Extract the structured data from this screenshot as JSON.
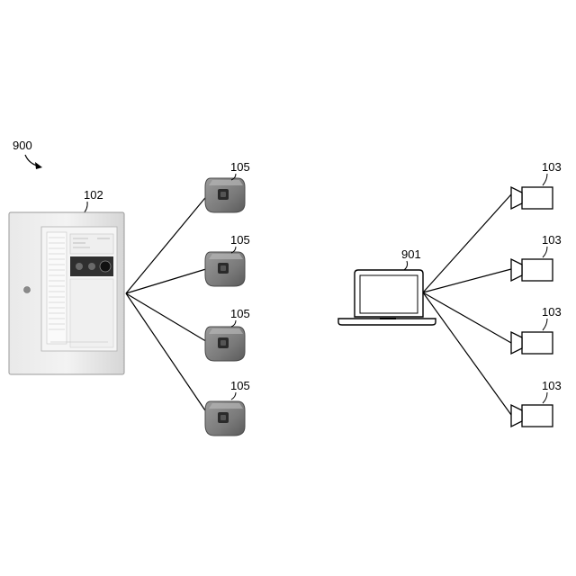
{
  "figure": {
    "system_label": "900",
    "panel": {
      "label": "102"
    },
    "sensors": [
      {
        "label": "105"
      },
      {
        "label": "105"
      },
      {
        "label": "105"
      },
      {
        "label": "105"
      }
    ],
    "laptop": {
      "label": "901"
    },
    "cameras": [
      {
        "label": "103"
      },
      {
        "label": "103"
      },
      {
        "label": "103"
      },
      {
        "label": "103"
      }
    ]
  }
}
